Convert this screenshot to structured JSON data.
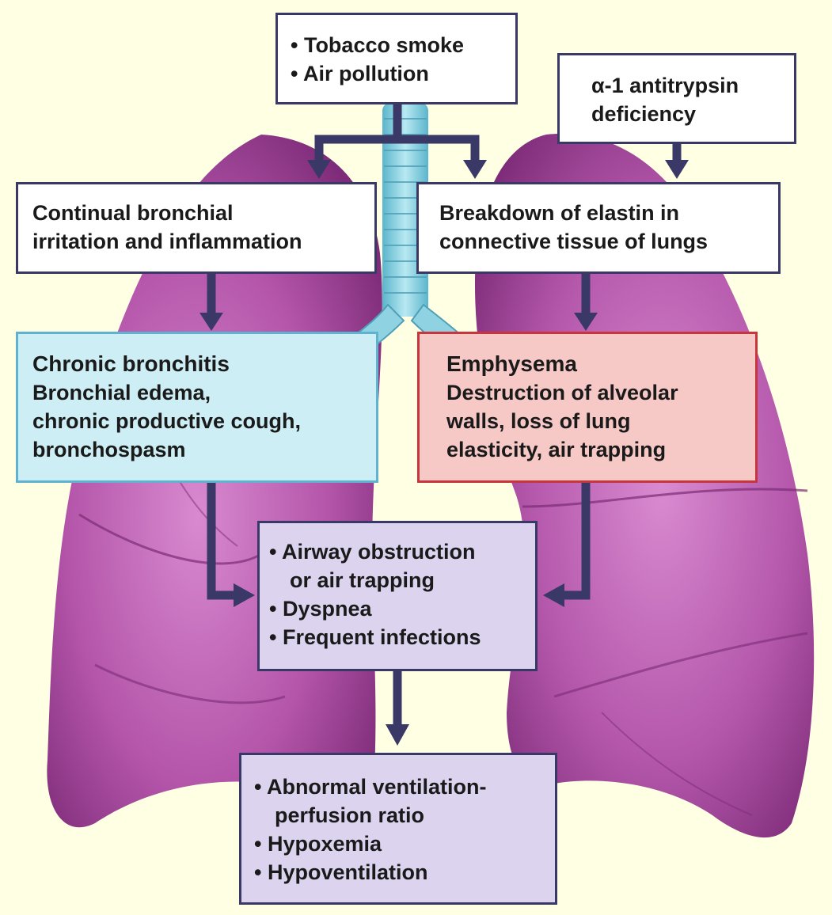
{
  "colors": {
    "background": "#ffffe4",
    "lung": "#b04fa6",
    "trachea": "#8fd3e3",
    "arrow": "#3a3866",
    "bronchitis_box": "#cdeef5",
    "emphysema_box": "#f6c9c6",
    "outcome_box": "#dcd3ee"
  },
  "icons": [
    "lungs-illustration",
    "trachea-illustration",
    "flow-arrows"
  ],
  "causes": {
    "l1": "• Tobacco smoke",
    "l2": "• Air pollution"
  },
  "antitrypsin": {
    "l1": "α-1 antitrypsin",
    "l2": "deficiency"
  },
  "irritation": {
    "l1": "Continual bronchial",
    "l2": "irritation and inflammation"
  },
  "elastin": {
    "l1": "Breakdown of elastin in",
    "l2": "connective tissue of lungs"
  },
  "bronchitis": {
    "title": "Chronic bronchitis",
    "l1": "Bronchial edema,",
    "l2": "chronic productive cough,",
    "l3": "bronchospasm"
  },
  "emphysema": {
    "title": "Emphysema",
    "l1": "Destruction of alveolar",
    "l2": "walls, loss of lung",
    "l3": "elasticity, air trapping"
  },
  "effects": {
    "l1": "• Airway obstruction",
    "l2": "or air trapping",
    "l3": "• Dyspnea",
    "l4": "• Frequent infections"
  },
  "outcomes": {
    "l1": "• Abnormal ventilation-",
    "l2": "perfusion ratio",
    "l3": "• Hypoxemia",
    "l4": "• Hypoventilation"
  }
}
